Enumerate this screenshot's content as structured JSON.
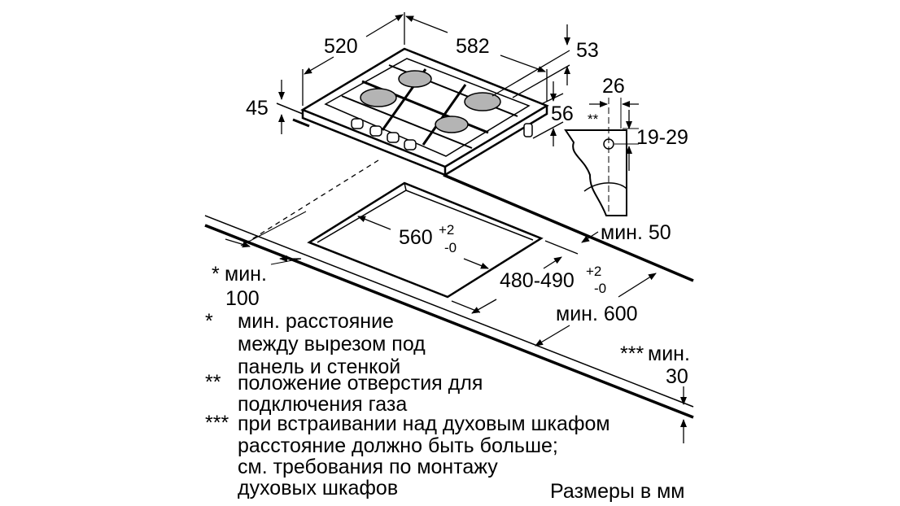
{
  "dimensions": {
    "depth": "520",
    "width": "582",
    "height_front": "53",
    "height_side": "56",
    "thickness": "45",
    "gas_offset": "26",
    "gas_height": "19-29",
    "gas_marker": "**",
    "cutout_width": "560",
    "cutout_width_tol_plus": "+2",
    "cutout_width_tol_minus": "-0",
    "cutout_depth": "480-490",
    "cutout_depth_tol_plus": "+2",
    "cutout_depth_tol_minus": "-0",
    "min_back": "мин. 50",
    "min_front": "мин. 600",
    "min_side_star": "*",
    "min_side_label": "мин.",
    "min_side_value": "100",
    "min_below_star": "***",
    "min_below_label": "мин.",
    "min_below_value": "30"
  },
  "notes": [
    {
      "mark": "*",
      "lines": [
        "мин. расстояние",
        "между вырезом под",
        "панель и стенкой"
      ]
    },
    {
      "mark": "**",
      "lines": [
        "положение отверстия для",
        "подключения газа"
      ]
    },
    {
      "mark": "***",
      "lines": [
        "при встраивании над духовым шкафом",
        "расстояние должно быть больше;",
        "см. требования по монтажу",
        "духовых шкафов"
      ]
    }
  ],
  "units_caption": "Размеры в мм",
  "colors": {
    "line": "#000000",
    "burner": "#b4b4b4"
  }
}
